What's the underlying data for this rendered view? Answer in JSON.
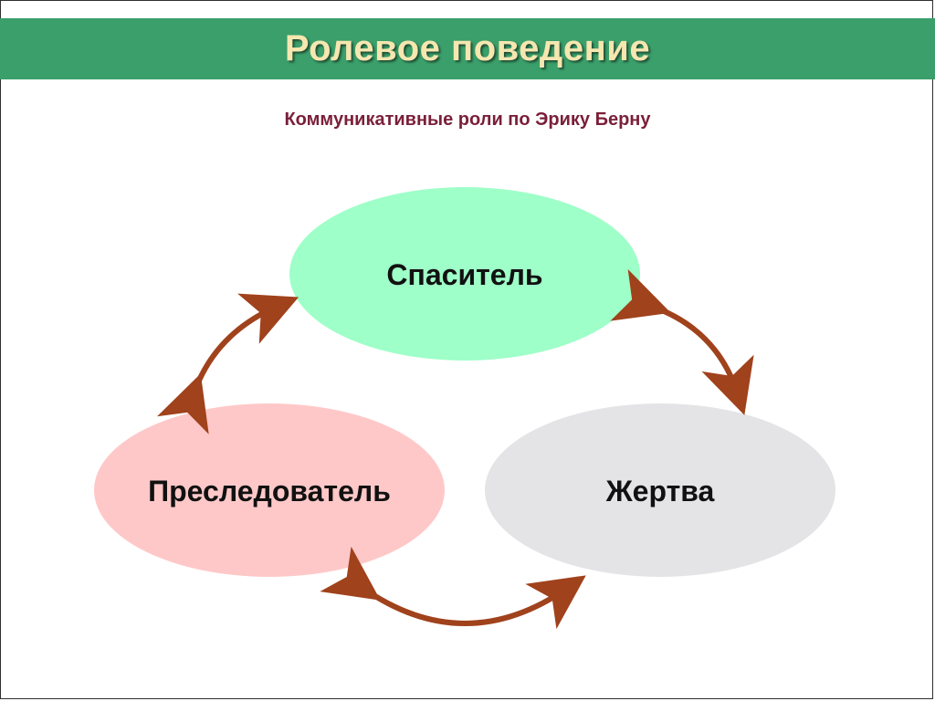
{
  "slide": {
    "title": "Ролевое поведение",
    "subtitle": "Коммуникативные роли по Эрику Берну"
  },
  "diagram": {
    "nodes": [
      {
        "id": "rescuer",
        "label": "Спаситель",
        "color": "#9effc8"
      },
      {
        "id": "persecutor",
        "label": "Преследователь",
        "color": "#ffc8c8"
      },
      {
        "id": "victim",
        "label": "Жертва",
        "color": "#e4e4e6"
      }
    ],
    "edges": [
      {
        "from": "persecutor",
        "to": "rescuer",
        "type": "bidirectional",
        "color": "#a0421c"
      },
      {
        "from": "rescuer",
        "to": "victim",
        "type": "bidirectional",
        "color": "#a0421c"
      },
      {
        "from": "persecutor",
        "to": "victim",
        "type": "bidirectional",
        "color": "#a0421c"
      }
    ]
  },
  "colors": {
    "title_bar": "#3a9f6a",
    "title_text": "#f6e6b0",
    "subtitle_text": "#7a1f3a",
    "arrow": "#a0421c"
  }
}
